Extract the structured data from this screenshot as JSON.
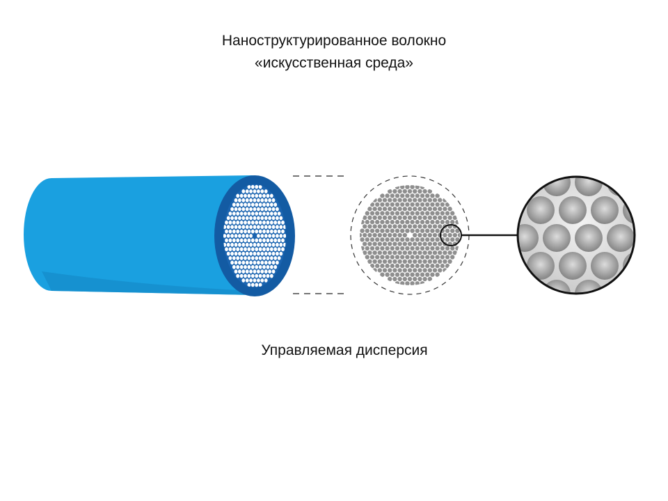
{
  "title": {
    "line1": "Наноструктурированное волокно",
    "line2": "«искусственная среда»"
  },
  "caption": "Управляемая дисперсия",
  "colors": {
    "fiber_body": "#1aa0e0",
    "fiber_end_ring": "#135ba3",
    "hole_gray": "#8f8f8f",
    "line": "#111111"
  }
}
